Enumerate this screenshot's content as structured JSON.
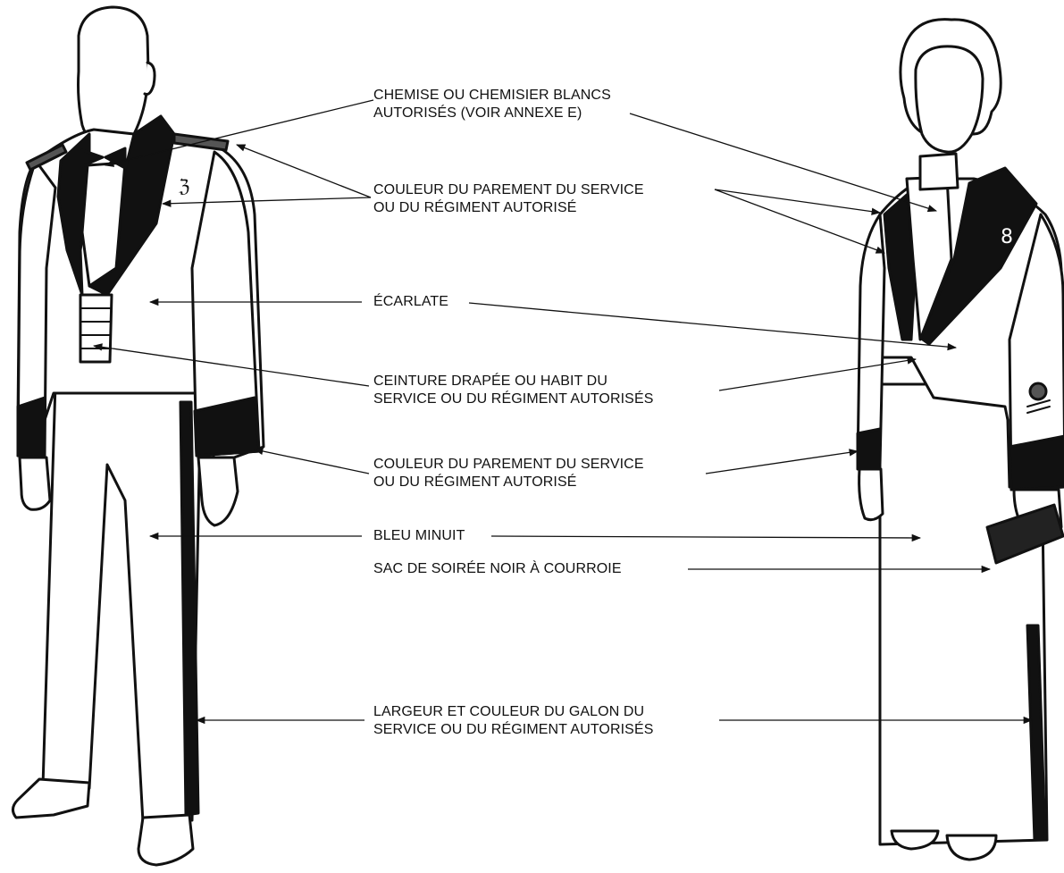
{
  "labels": {
    "shirt": {
      "line1": "CHEMISE OU CHEMISIER BLANCS",
      "line2": "AUTORISÉS (VOIR ANNEXE E)"
    },
    "facing_collar": {
      "line1": "COULEUR DU PAREMENT DU SERVICE",
      "line2": "OU DU RÉGIMENT AUTORISÉ"
    },
    "jacket": {
      "line1": "ÉCARLATE"
    },
    "sash": {
      "line1": "CEINTURE DRAPÉE OU HABIT DU",
      "line2": "SERVICE OU DU RÉGIMENT AUTORISÉS"
    },
    "facing_cuffs": {
      "line1": "COULEUR DU PAREMENT DU SERVICE",
      "line2": "OU DU RÉGIMENT AUTORISÉ"
    },
    "trousers": {
      "line1": "BLEU MINUIT"
    },
    "bag": {
      "line1": "SAC DE SOIRÉE NOIR À COURROIE"
    },
    "stripe": {
      "line1": "LARGEUR ET COULEUR DU GALON DU",
      "line2": "SERVICE OU DU RÉGIMENT AUTORISÉS"
    }
  },
  "figures": [
    "male-figure",
    "female-figure"
  ]
}
